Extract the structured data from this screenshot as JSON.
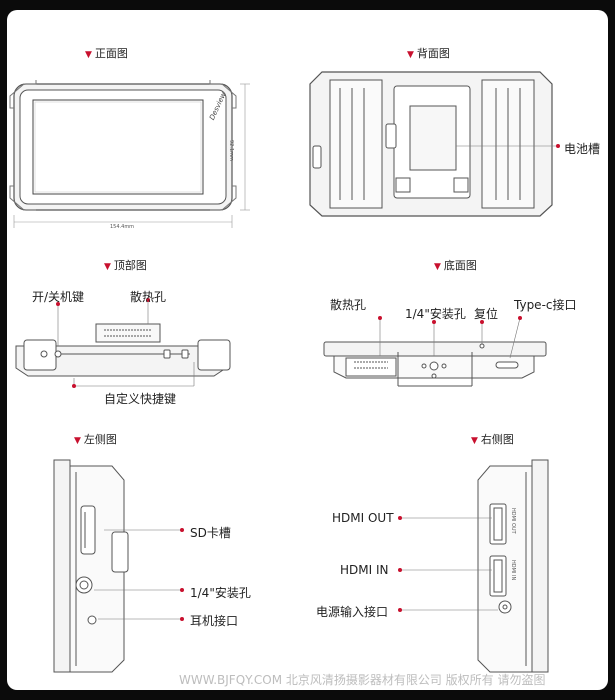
{
  "views": {
    "front": "正面图",
    "back": "背面图",
    "top": "顶部图",
    "bottom": "底面图",
    "left": "左侧图",
    "right": "右侧图"
  },
  "dimensions": {
    "width": "154.4mm",
    "height": "92.1mm"
  },
  "front": {
    "logo": "Desview"
  },
  "back": {
    "battery_slot": "电池槽"
  },
  "top": {
    "power_key": "开/关机键",
    "vent": "散热孔",
    "custom_keys": "自定义快捷键"
  },
  "bottom": {
    "vent": "散热孔",
    "mount_hole": "1/4\"安装孔",
    "reset": "复位",
    "typec": "Type-c接口"
  },
  "left": {
    "sd_slot": "SD卡槽",
    "mount_hole": "1/4\"安装孔",
    "headphone": "耳机接口"
  },
  "right": {
    "hdmi_out": "HDMI OUT",
    "hdmi_in": "HDMI IN",
    "power_in": "电源输入接口",
    "port_text_out": "HDMI OUT",
    "port_text_in": "HDMI IN"
  },
  "watermark": "WWW.BJFQY.COM 北京风清扬摄影器材有限公司 版权所有 请勿盗图",
  "colors": {
    "accent": "#c8102e",
    "line": "#555555"
  }
}
